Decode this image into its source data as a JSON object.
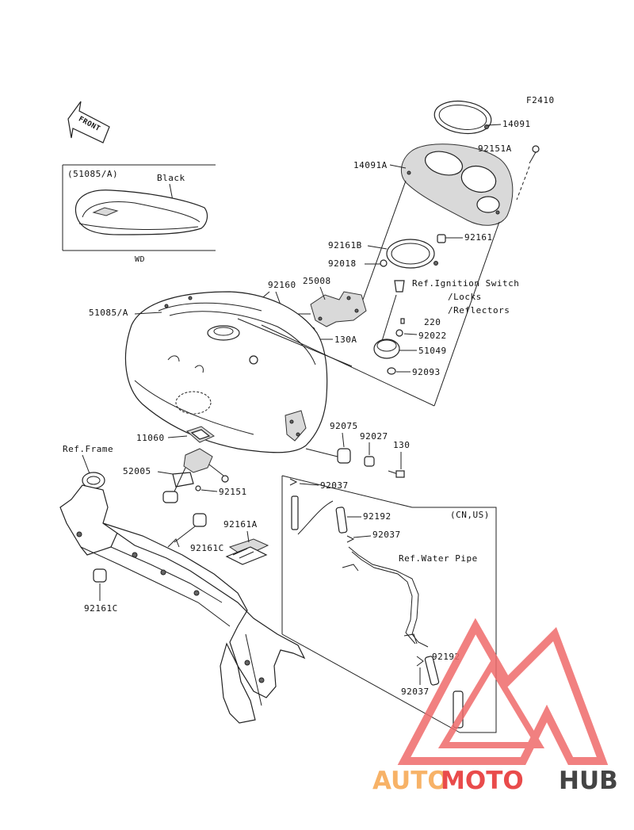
{
  "figure_code": "F2410",
  "front_label": "FRONT",
  "inset": {
    "part_ref": "(51085/A)",
    "color_label": "Black",
    "model_code": "WD"
  },
  "labels": {
    "p14091": "14091",
    "p92151A": "92151A",
    "p14091A": "14091A",
    "p92161": "92161",
    "p92161B": "92161B",
    "p92018": "92018",
    "ref_ignition_1": "Ref.Ignition Switch",
    "ref_ignition_2": "/Locks",
    "ref_ignition_3": "/Reflectors",
    "p92160": "92160",
    "p25008": "25008",
    "p51085A": "51085/A",
    "p220": "220",
    "p130A": "130A",
    "p92022": "92022",
    "p51049": "51049",
    "p92093": "92093",
    "p11060": "11060",
    "p92075": "92075",
    "p92027": "92027",
    "p130": "130",
    "ref_frame": "Ref.Frame",
    "p52005": "52005",
    "p92037a": "92037",
    "p92151": "92151",
    "cn_us": "(CN,US)",
    "p92161A": "92161A",
    "p92192a": "92192",
    "p92037b": "92037",
    "p92161C_a": "92161C",
    "ref_water_pipe": "Ref.Water Pipe",
    "p92161C_b": "92161C",
    "p92192b": "92192",
    "p92037c": "92037"
  },
  "watermark": {
    "part1": "AUTO",
    "part2": "MOTO",
    "part3": "HUB"
  },
  "colors": {
    "wm_orange": "#f7b267",
    "wm_red": "#e94b4b",
    "wm_gray": "#444444",
    "logo_red": "#ef6b6b"
  }
}
